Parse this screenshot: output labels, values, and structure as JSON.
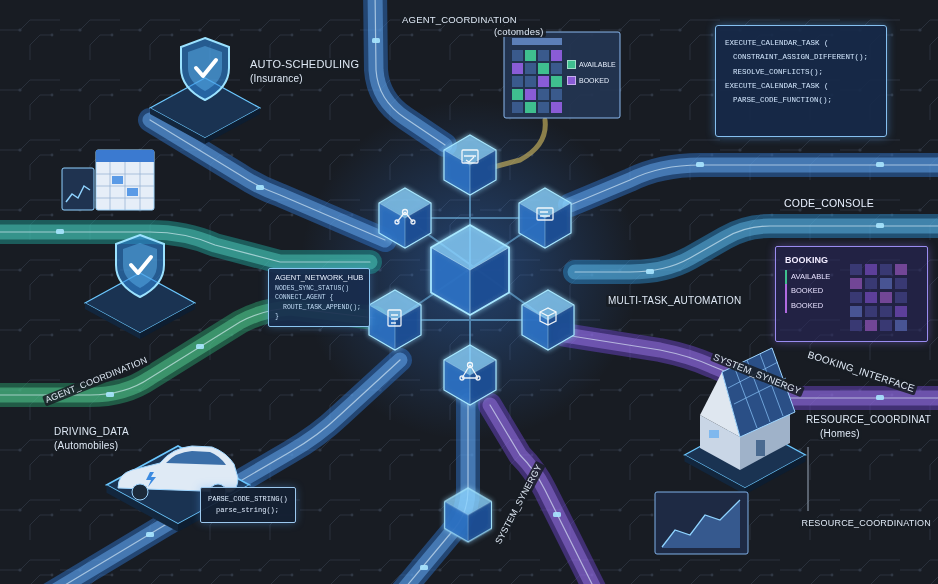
{
  "diagram": {
    "nodes": [
      {
        "text": [
          "EXECUTE_CALENDAR_TASK (",
          "CONSTRAINT_ASSIGN_DIFFERENT();",
          "RESOLVE_CONFLICTS();",
          "EXECUTE_CALENDAR_TASK (",
          "PARSE_CODE_FUNCTION();",
          "CODE_CONSOLE"
        ]
      },
      {
        "text": [
          "BOOKING",
          "AVAILABLE",
          "BOOKED",
          "BOOKED"
        ]
      },
      {
        "text": [
          "AGENT_NETWORK_HUB",
          "NODES_SYNC_STATUS()",
          "CONNECT_AGENT {",
          "ROUTE_TASK_APPEND();",
          "}"
        ]
      },
      {
        "text": [
          "PARSE_CODE_STRING()",
          "parse_string();"
        ]
      }
    ],
    "labels": [
      "AGENT_COORDINATION",
      "(cotomdes)",
      "AUTO-SCHEDULING",
      "(Insurance)",
      "MULTI-TASK_AUTOMATION",
      "SYSTEM_SYNERGY",
      "BOOKING_INTERFACE",
      "AGENT_COORDINATION",
      "RESOURCE_COORDINAT",
      "(Homes)",
      "DRIVING_DATA",
      "(Automobiles)",
      "SYSTEM_SYNERGY",
      "RESOURCE_COORDINATION"
    ],
    "legend": [
      {
        "text": "AVAILABLE",
        "color": "#3fbf8f"
      },
      {
        "text": "BOOKED",
        "color": "#8a5cd6"
      }
    ]
  }
}
